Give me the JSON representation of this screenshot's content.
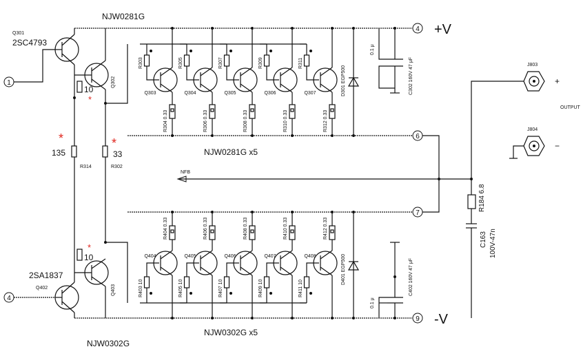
{
  "colors": {
    "wire": "#111111",
    "asterisk": "#e0271f",
    "background": "#ffffff"
  },
  "top": {
    "driver_part": "NJW0281G",
    "q301_ref": "Q301",
    "q301_part": "2SC4793",
    "q302_ref": "Q302",
    "output_stage_label": "NJW0281G x5",
    "transistors": [
      "Q303",
      "Q304",
      "Q305",
      "Q306",
      "Q307"
    ],
    "base_resistors": [
      "R303",
      "R305",
      "R307",
      "R309",
      "R311"
    ],
    "emitter_resistors": [
      "R304 0.33",
      "R306 0.33",
      "R308 0.33",
      "R310 0.33",
      "R312 0.33"
    ],
    "diode": "D301 EGP500",
    "cap_small": "0.1 μ",
    "cap_big": "C302 160V 47 μF",
    "rail": "+V",
    "rail_node": "4",
    "out_node": "6"
  },
  "bottom": {
    "driver_part": "NJW0302G",
    "q402_ref": "Q402",
    "q402_part": "2SA1837",
    "q403_ref": "Q403",
    "output_stage_label": "NJW0302G x5",
    "transistors": [
      "Q404",
      "Q405",
      "Q406",
      "Q407",
      "Q408"
    ],
    "base_resistors": [
      "R403 10",
      "R405 10",
      "R407 10",
      "R409 10",
      "R411 10"
    ],
    "emitter_resistors": [
      "R404 0.33",
      "R406 0.33",
      "R408 0.33",
      "R410 0.33",
      "R412 0.33"
    ],
    "diode": "D401 EGP500",
    "cap_small": "0.1 μ",
    "cap_big": "C402 160V 47 μF",
    "rail": "-V",
    "rail_node": "9",
    "out_node": "7"
  },
  "mid": {
    "input_node": "1",
    "neg_input_node": "4",
    "r_top_value": "10",
    "r_bottom_value": "10",
    "r314_value": "135",
    "r314_ref": "R314",
    "r302_value": "33",
    "r302_ref": "R302",
    "asterisk": "*",
    "nfb": "NFB"
  },
  "output": {
    "j803": "J803",
    "j804": "J804",
    "label": "OUTPUT",
    "plus": "+",
    "minus": "−",
    "r_zobel": "R184 6.8",
    "c_zobel_ref": "C163",
    "c_zobel_val": "100V-47n"
  }
}
